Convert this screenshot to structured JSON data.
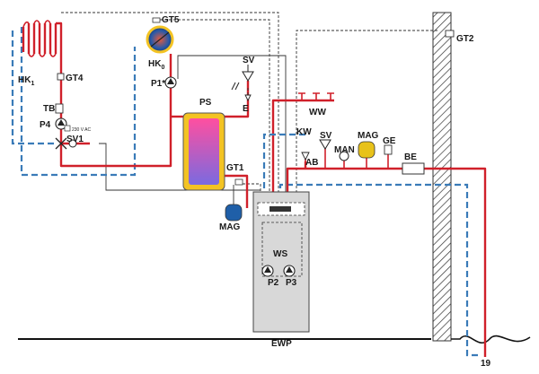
{
  "labels": {
    "gt2": "GT2",
    "gt5": "GT5",
    "hk1_base": "HK",
    "hk1_sub": "1",
    "gt4": "GT4",
    "hk0_base": "HK",
    "hk0_sub": "0",
    "p1": "P1*",
    "sv_top": "SV",
    "e": "E",
    "tb": "TB",
    "p4": "P4",
    "sv1": "SV1",
    "ps": "PS",
    "ww": "WW",
    "kw": "KW",
    "sv_mid": "SV",
    "mag_top": "MAG",
    "ge": "GE",
    "man": "MAN",
    "ab": "AB",
    "be": "BE",
    "gt1": "GT1",
    "mag_bottom": "MAG",
    "ws": "WS",
    "p2": "P2",
    "p3": "P3",
    "ewp": "EWP",
    "num19": "19",
    "voltage": "230 V AC"
  },
  "colors": {
    "flow_line": "#d0202a",
    "return_line": "#3a7bb8",
    "control_line": "#333333",
    "mag_vessel": "#1f5fa8",
    "mag_top_vessel": "#e8c21a",
    "tank_outer": "#f3c323",
    "tank_inner_top": "#ff4fa0",
    "tank_inner_bottom": "#7a6ae0",
    "unit_fill": "#d8d8d8"
  }
}
